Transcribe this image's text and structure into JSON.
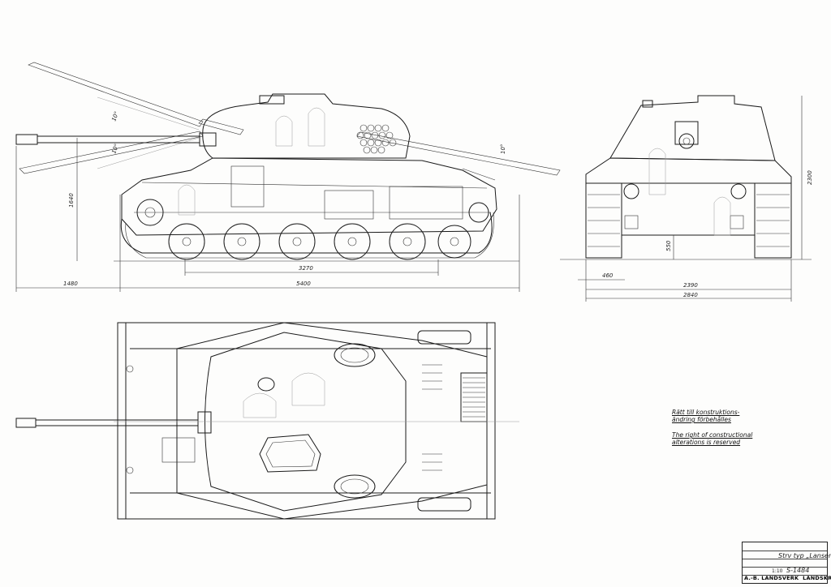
{
  "dimensions": {
    "side_length_overall": "5400",
    "side_front_overhang": "1480",
    "side_wheelbase": "3270",
    "side_height": "1640",
    "elevation_up": "10°",
    "elevation_down": "10°",
    "front_height": "2300",
    "front_track_width": "460",
    "front_ground_clearance": "550",
    "front_inner_width": "2390",
    "front_overall_width": "2840"
  },
  "notes": {
    "swedish_line1": "Rätt till konstruktions-",
    "swedish_line2": "ändring förbehålles",
    "english_line1": "The right of constructional",
    "english_line2": "alterations is reserved"
  },
  "title_block": {
    "vehicle_name": "Strv typ „Lansen”",
    "drawing_number": "S-1484",
    "scale": "1:10",
    "company": "A.-B. LANDSVERK",
    "city": "LANDSKRONA"
  },
  "colors": {
    "ink": "#1a1a1a",
    "paper": "#fdfdfc",
    "ghost": "#9a9a9a"
  }
}
